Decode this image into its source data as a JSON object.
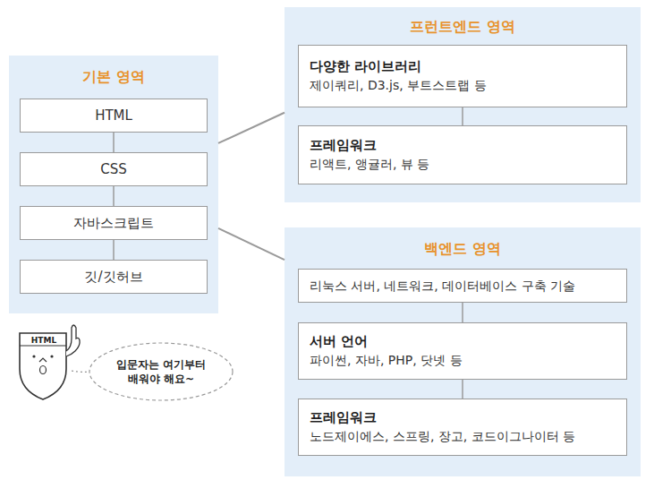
{
  "diagram": {
    "nodes": [
      {
        "text": [
          "기본 영역"
        ]
      },
      {
        "text": [
          "HTML"
        ],
        "in": 0
      },
      {
        "text": [
          "CSS"
        ],
        "in": 0
      },
      {
        "text": [
          "자바스크립트"
        ],
        "in": 0
      },
      {
        "text": [
          "깃/깃허브"
        ],
        "in": 0
      },
      {
        "text": [
          "프런트엔드 영역"
        ]
      },
      {
        "text": [
          "다양한 라이브러리",
          "제이쿼리, D3.js, 부트스트랩 등"
        ],
        "in": 5
      },
      {
        "text": [
          "프레임워크",
          "리액트, 앵귤러, 뷰 등"
        ],
        "in": 5
      },
      {
        "text": [
          "백엔드 영역"
        ]
      },
      {
        "text": [
          "리눅스 서버, 네트워크, 데이터베이스 구축 기술"
        ],
        "in": 8
      },
      {
        "text": [
          "서버 언어",
          "파이썬, 자바, PHP, 닷넷 등"
        ],
        "in": 8
      },
      {
        "text": [
          "프레임워크",
          "노드제이에스, 스프링, 장고, 코드이그나이터 등"
        ],
        "in": 8
      }
    ],
    "edges": [
      {
        "from": 1,
        "to": 2,
        "arrow": "none"
      },
      {
        "from": 2,
        "to": 3,
        "arrow": "none"
      },
      {
        "from": 3,
        "to": 4,
        "arrow": "none"
      },
      {
        "from": 0,
        "to": 5,
        "arrow": "none"
      },
      {
        "from": 0,
        "to": 8,
        "arrow": "none"
      },
      {
        "from": 6,
        "to": 7,
        "arrow": "none"
      },
      {
        "from": 9,
        "to": 10,
        "arrow": "none"
      },
      {
        "from": 10,
        "to": 11,
        "arrow": "none"
      }
    ],
    "labels": [
      "HTML",
      "입문자는 여기부터 배워야 해요~"
    ]
  }
}
